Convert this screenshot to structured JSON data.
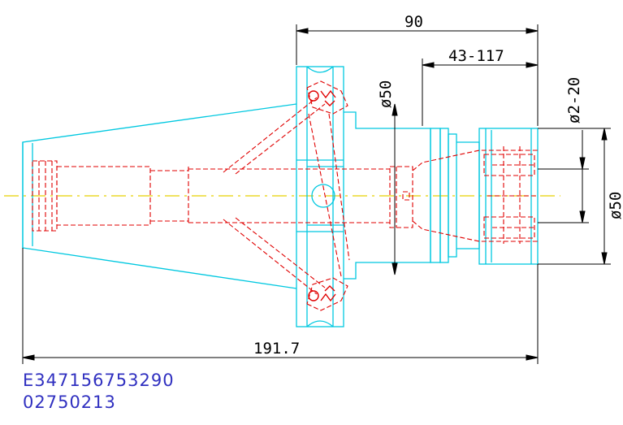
{
  "dimensions": {
    "flange_to_end": "90",
    "collet_length": "43-117",
    "shank_diameter": "ø50",
    "clamp_range": "ø2-20",
    "nut_diameter": "ø50",
    "overall_length": "191.7"
  },
  "codes": {
    "part_number": "E347156753290",
    "order_code": "02750213"
  },
  "colors": {
    "outline": "#00c8e0",
    "hidden": "#e00000",
    "centerline": "#e8d000",
    "dimension": "#000000",
    "code_text": "#3030c0"
  }
}
